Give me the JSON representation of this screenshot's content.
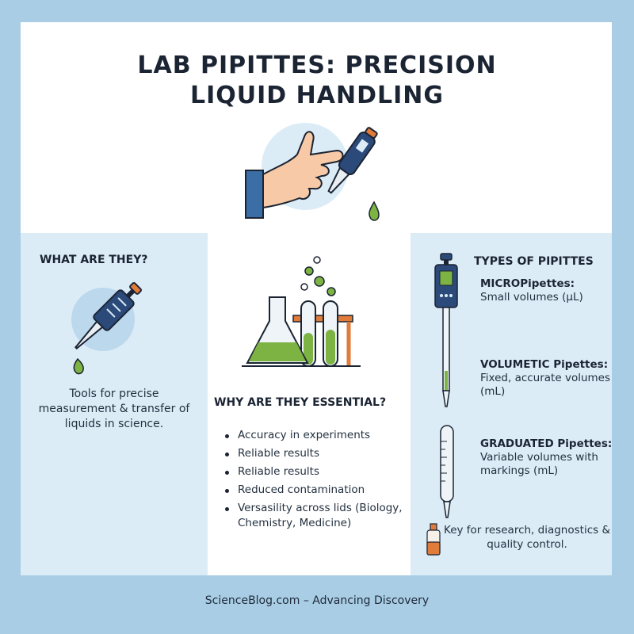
{
  "title": "LAB PIPITTES: PRECISION\nLIQUID HANDLING",
  "left_column": {
    "heading": "WHAT ARE THEY?",
    "description": "Tools for precise measurement & transfer of liquids in science."
  },
  "middle_column": {
    "heading": "WHY ARE THEY ESSENTIAL?",
    "bullets": [
      "Accuracy in experiments",
      "Reliable results",
      "Reliable results",
      "Reduced contamination",
      "Versasility across lids (Biology, Chemistry, Medicine)"
    ]
  },
  "right_column": {
    "heading": "TYPES OF PIPITTES",
    "types": [
      {
        "name": "MICROPipettes:",
        "desc": "Small volumes (µL)"
      },
      {
        "name": "VOLUMETIC Pipettes:",
        "desc": "Fixed, accurate volumes (mL)"
      },
      {
        "name": "GRADUATED Pipettes:",
        "desc": "Variable volumes with markings (mL)"
      }
    ],
    "key_note": "Key for research, diagnostics & quality control."
  },
  "footer": "ScienceBlog.com – Advancing Discovery",
  "colors": {
    "background": "#a9cde4",
    "panel": "#dcecf7",
    "navy": "#2b4a7a",
    "orange": "#e07b3a",
    "green": "#7cb342"
  },
  "icons": [
    "hand-pipette-icon",
    "syringe-pipette-icon",
    "lab-glassware-icon",
    "micropipette-icon",
    "graduated-pipette-icon",
    "reagent-bottle-icon"
  ]
}
